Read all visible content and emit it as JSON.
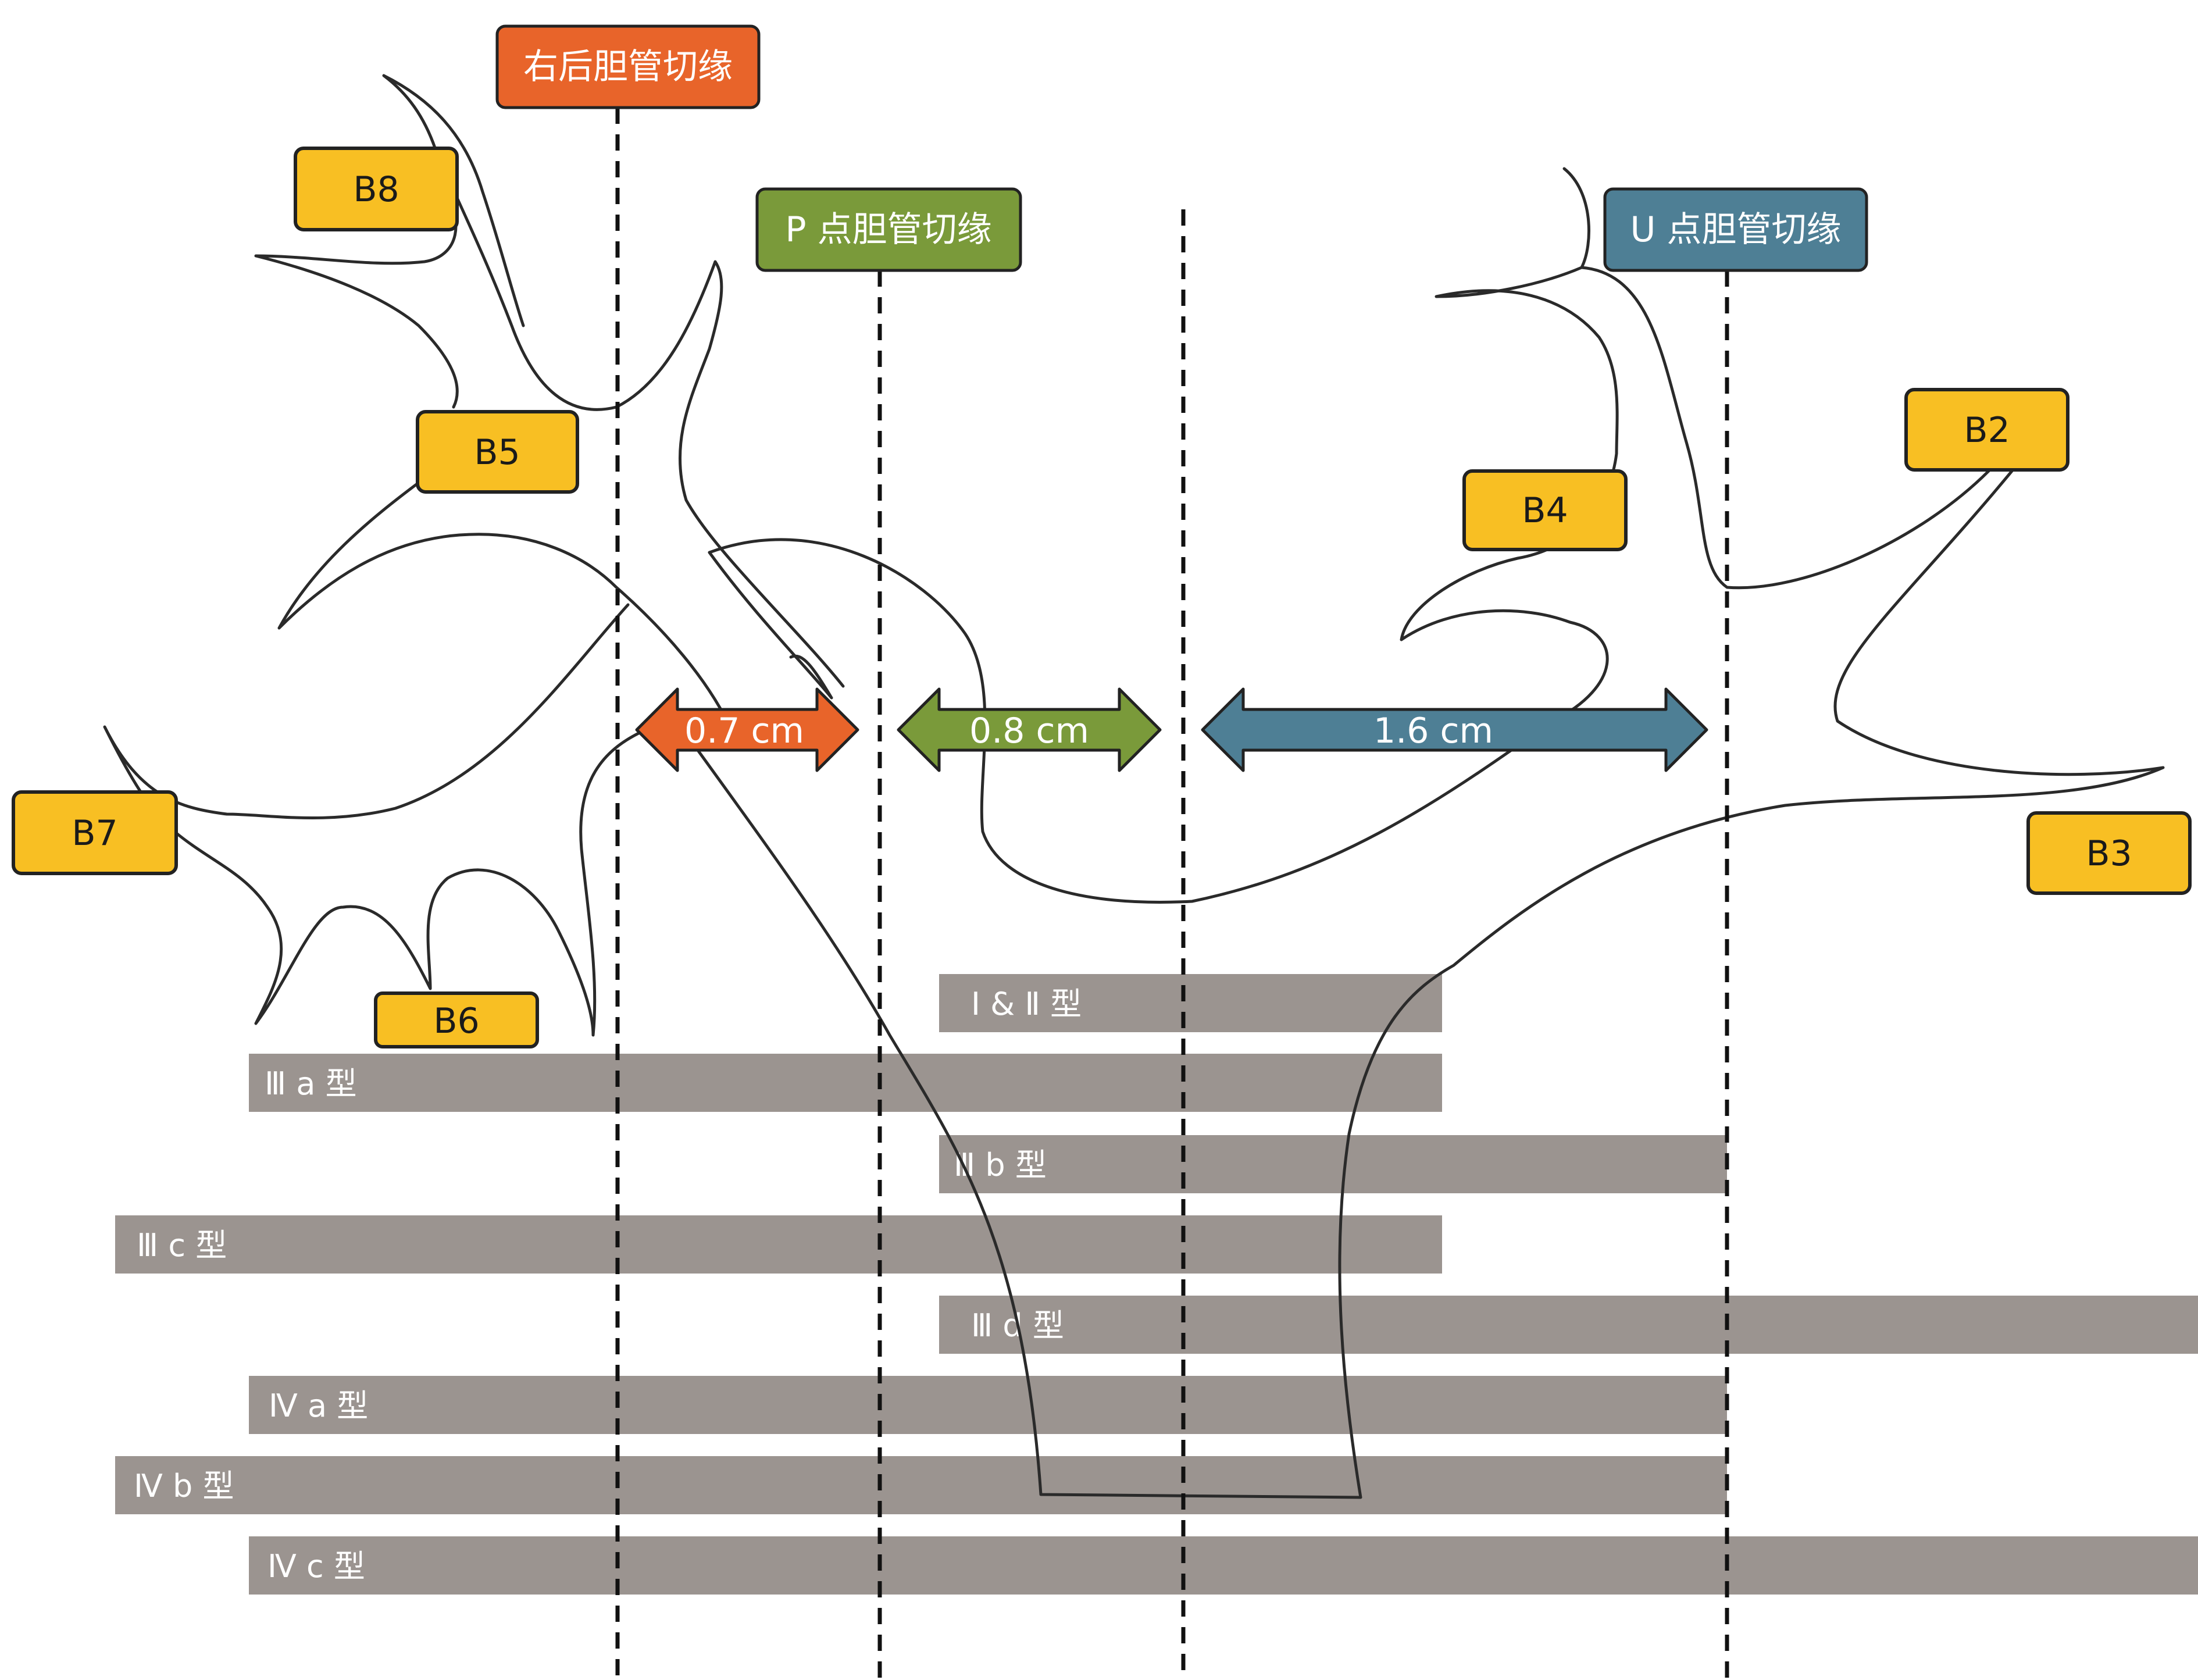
{
  "colors": {
    "segment_box": "#f8bf23",
    "right_posterior_cut": "#e8642a",
    "p_point_cut": "#7a9a3a",
    "u_point_cut": "#4e7f95",
    "type_bar": "#9b9490",
    "duct_line": "#2a2a2a",
    "cut_line": "#111111"
  },
  "cut_headers": {
    "right_posterior": "右后胆管切缘",
    "p_point": "P 点胆管切缘",
    "u_point": "U 点胆管切缘"
  },
  "segments": {
    "b8": "B8",
    "b5": "B5",
    "b7": "B7",
    "b6": "B6",
    "b4": "B4",
    "b2": "B2",
    "b3": "B3"
  },
  "distances": {
    "right": "0.7 cm",
    "middle": "0.8 cm",
    "left": "1.6 cm"
  },
  "types": [
    {
      "key": "type-i-ii",
      "label": "Ⅰ & Ⅱ 型"
    },
    {
      "key": "type-iiia",
      "label": "Ⅲ a 型"
    },
    {
      "key": "type-iiib",
      "label": "Ⅲ b 型"
    },
    {
      "key": "type-iiic",
      "label": "Ⅲ c 型"
    },
    {
      "key": "type-iiid",
      "label": "Ⅲ d 型"
    },
    {
      "key": "type-iva",
      "label": "Ⅳ a 型"
    },
    {
      "key": "type-ivb",
      "label": "Ⅳ b 型"
    },
    {
      "key": "type-ivc",
      "label": "Ⅳ c 型"
    }
  ]
}
